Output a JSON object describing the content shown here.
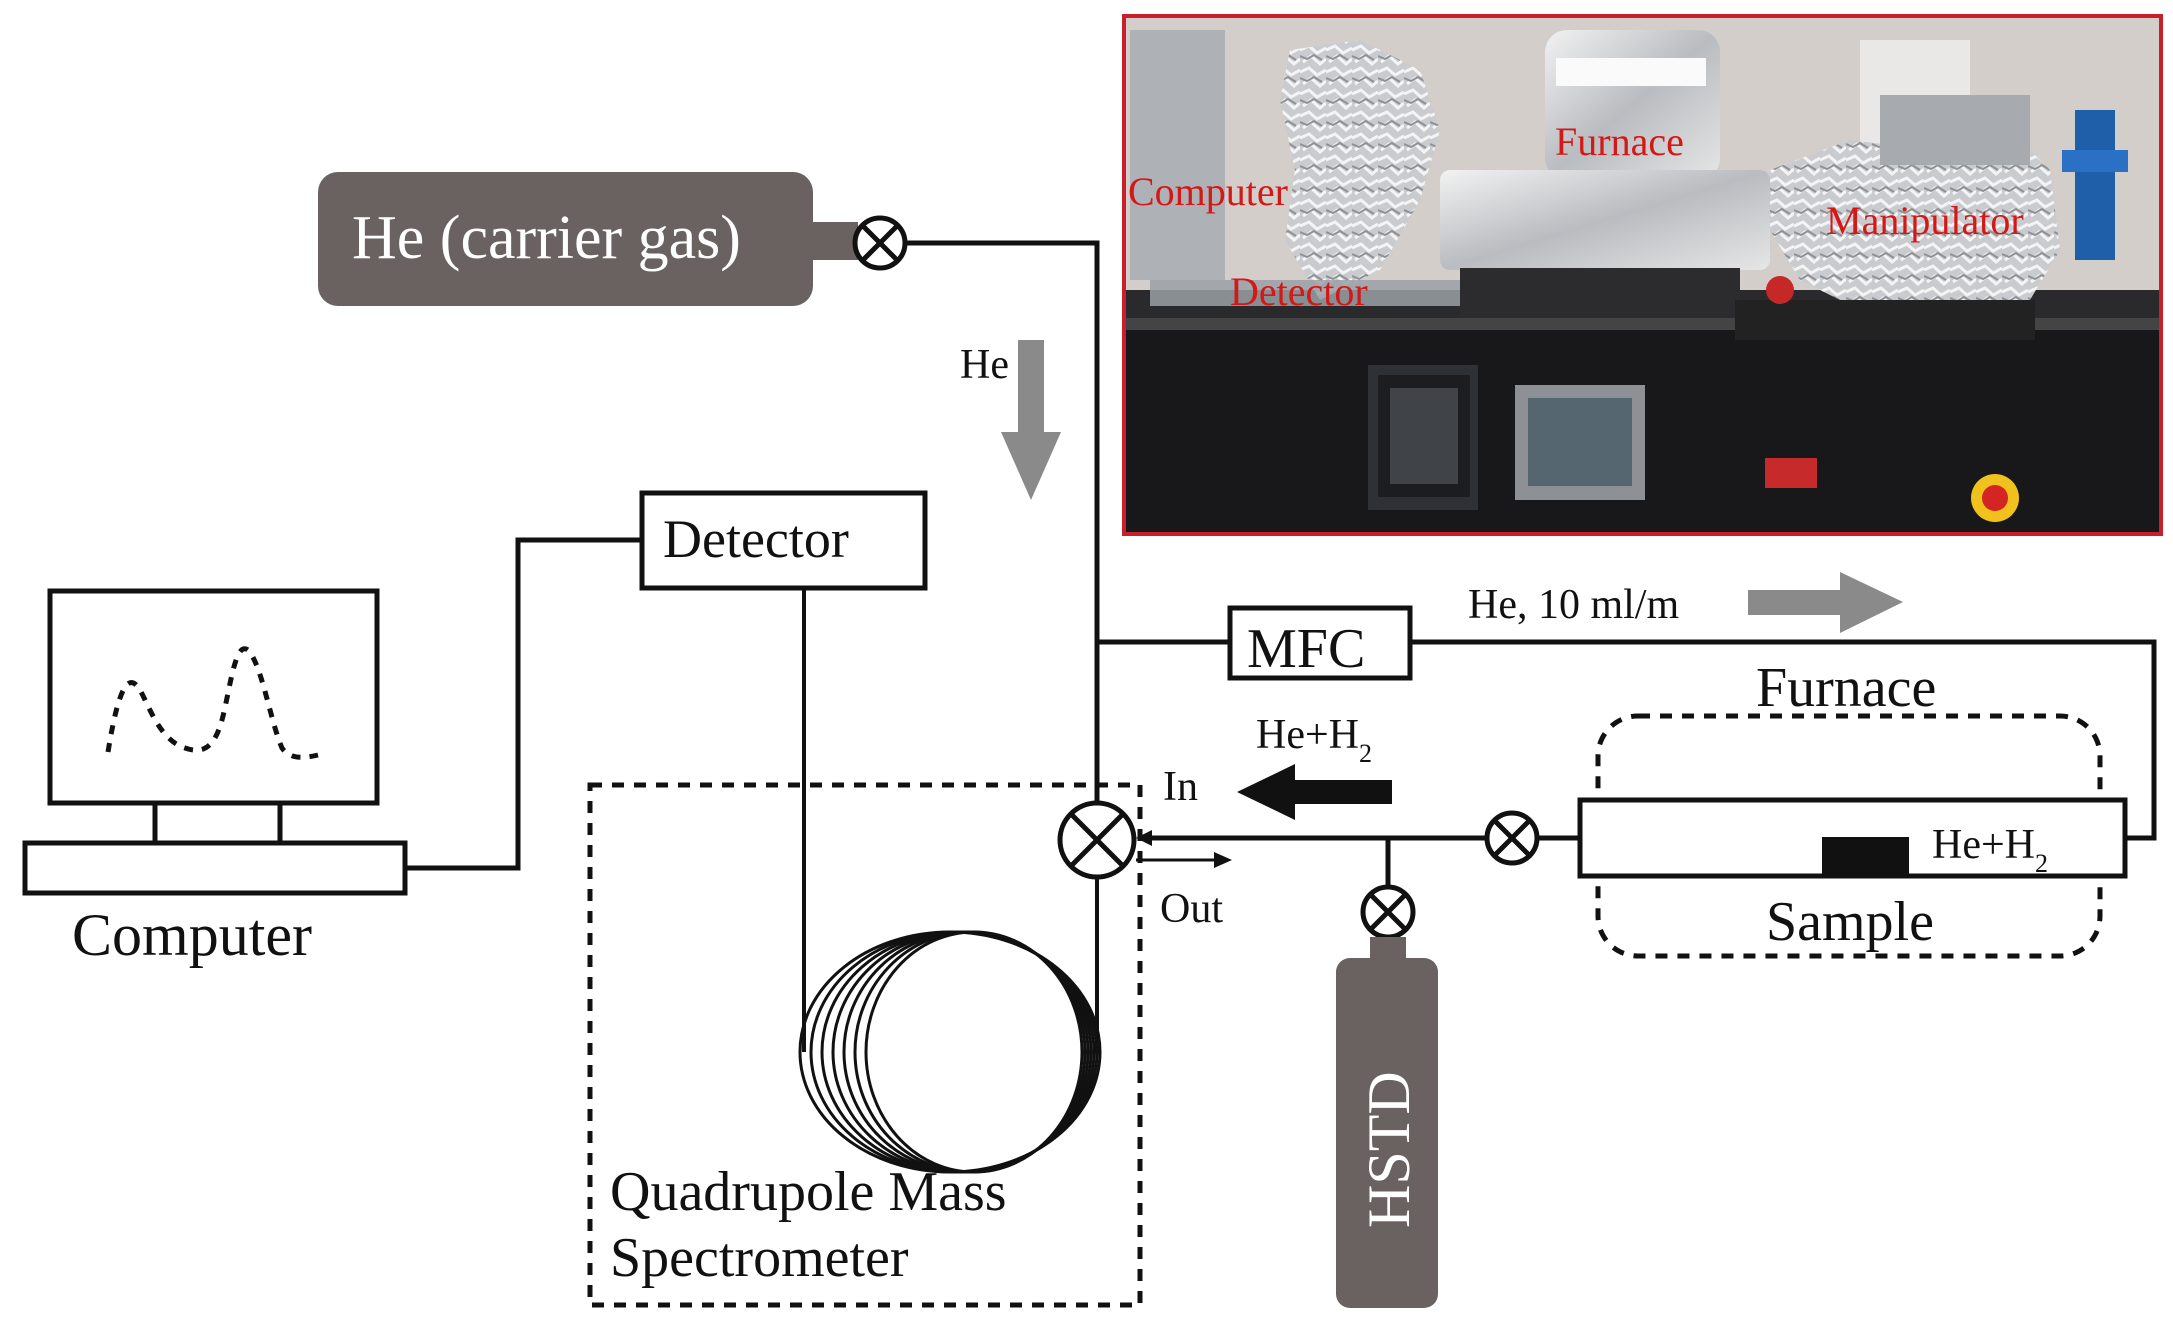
{
  "labels": {
    "carrier_gas": "He (carrier gas)",
    "he_arrow": "He",
    "detector": "Detector",
    "computer": "Computer",
    "mfc": "MFC",
    "flow_rate": "He, 10 ml/m",
    "furnace": "Furnace",
    "sample": "Sample",
    "mix_he": "He+H",
    "mix_sub": "2",
    "in": "In",
    "out": "Out",
    "hstd": "HSTD",
    "qms_line1": "Quadrupole Mass",
    "qms_line2": "Spectrometer"
  },
  "photo_labels": {
    "furnace": "Furnace",
    "computer": "Computer",
    "detector": "Detector",
    "manipulator": "Manipulator"
  },
  "colors": {
    "ink": "#111111",
    "cylinder": "#6a6260",
    "arrow_gray": "#8a8a8a",
    "photo_border": "#c8202a",
    "photo_label": "#d41818"
  }
}
